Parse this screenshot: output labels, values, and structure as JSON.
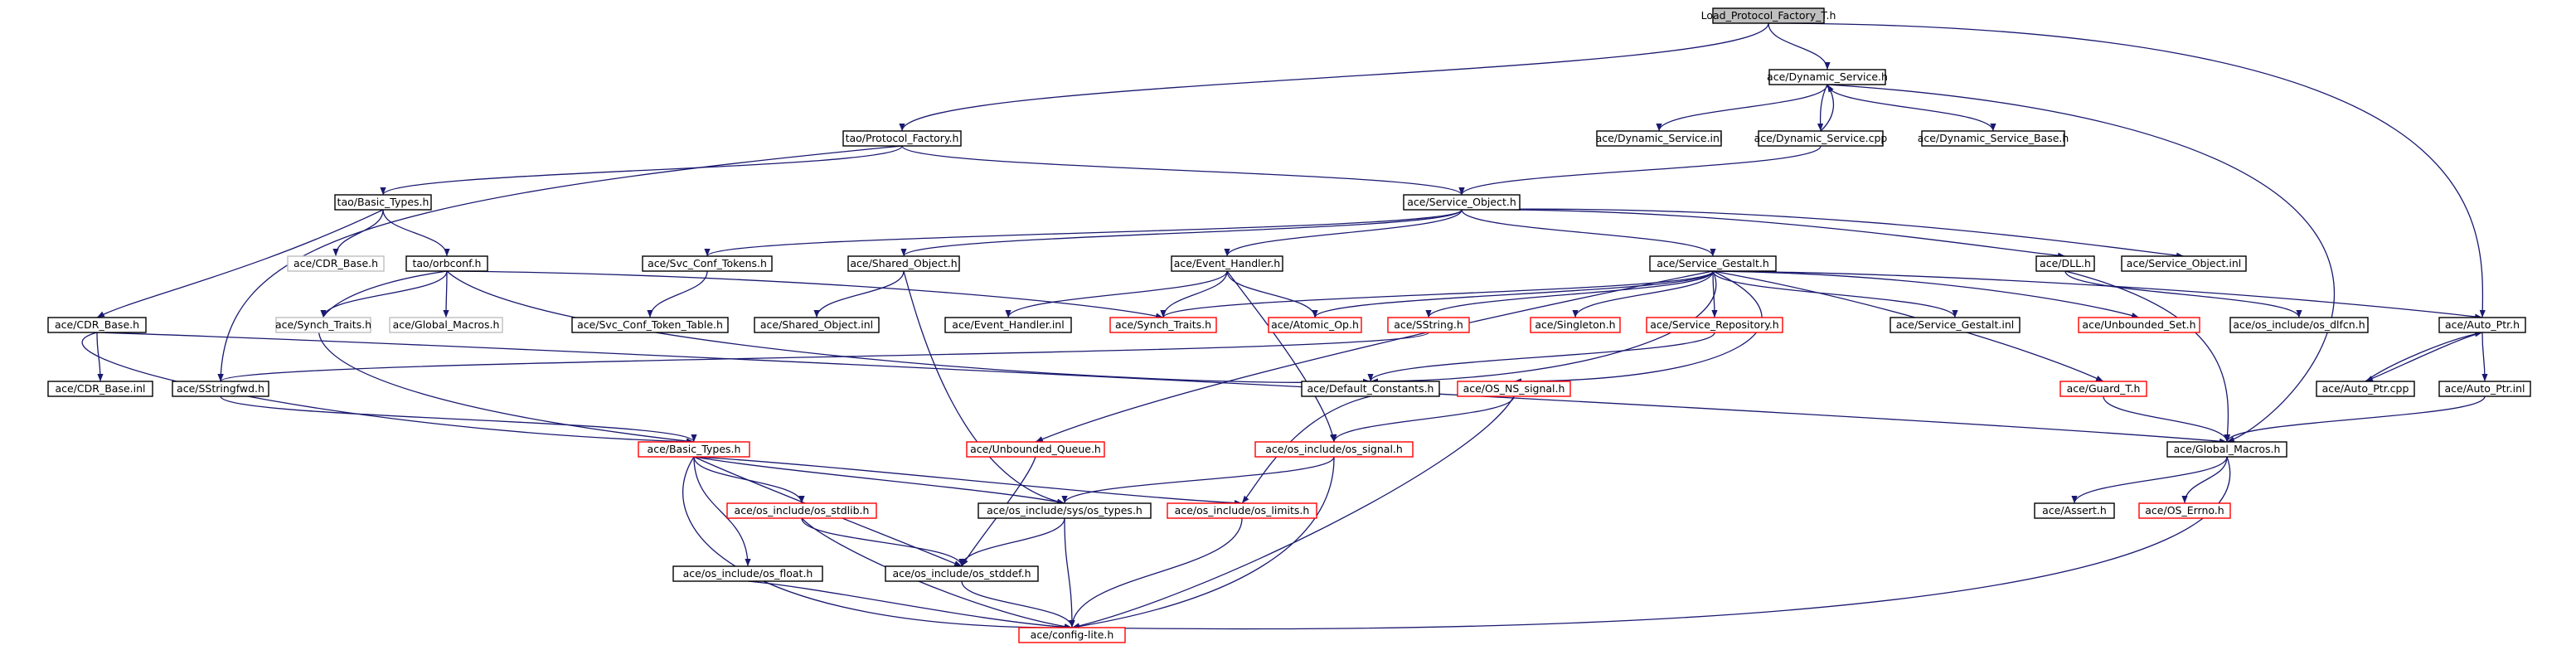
{
  "colors": {
    "edge": "#191970",
    "border_normal": "#000000",
    "border_truncated": "#ff0000",
    "border_undocumented": "#bfbfbf",
    "fill_root": "#bfbfbf",
    "fill_default": "#ffffff"
  },
  "nodes": [
    {
      "id": "load_protocol_factory_t_h",
      "label": "Load_Protocol_Factory_T.h",
      "style": "root"
    },
    {
      "id": "ace_dynamic_service_h",
      "label": "ace/Dynamic_Service.h",
      "style": "normal"
    },
    {
      "id": "tao_protocol_factory_h",
      "label": "tao/Protocol_Factory.h",
      "style": "normal"
    },
    {
      "id": "ace_dynamic_service_inl",
      "label": "ace/Dynamic_Service.inl",
      "style": "normal"
    },
    {
      "id": "ace_dynamic_service_cpp",
      "label": "ace/Dynamic_Service.cpp",
      "style": "normal"
    },
    {
      "id": "ace_dynamic_service_base_h",
      "label": "ace/Dynamic_Service_Base.h",
      "style": "normal"
    },
    {
      "id": "tao_basic_types_h",
      "label": "tao/Basic_Types.h",
      "style": "normal"
    },
    {
      "id": "ace_service_object_h",
      "label": "ace/Service_Object.h",
      "style": "normal"
    },
    {
      "id": "ace_cdr_base_h_grey",
      "label": "ace/CDR_Base.h",
      "style": "undocumented"
    },
    {
      "id": "tao_orbconf_h",
      "label": "tao/orbconf.h",
      "style": "normal"
    },
    {
      "id": "ace_svc_conf_tokens_h",
      "label": "ace/Svc_Conf_Tokens.h",
      "style": "normal"
    },
    {
      "id": "ace_shared_object_h",
      "label": "ace/Shared_Object.h",
      "style": "normal"
    },
    {
      "id": "ace_event_handler_h",
      "label": "ace/Event_Handler.h",
      "style": "normal"
    },
    {
      "id": "ace_service_gestalt_h",
      "label": "ace/Service_Gestalt.h",
      "style": "normal"
    },
    {
      "id": "ace_dll_h",
      "label": "ace/DLL.h",
      "style": "normal"
    },
    {
      "id": "ace_service_object_inl",
      "label": "ace/Service_Object.inl",
      "style": "normal"
    },
    {
      "id": "ace_cdr_base_h",
      "label": "ace/CDR_Base.h",
      "style": "normal"
    },
    {
      "id": "ace_synch_traits_h_grey",
      "label": "ace/Synch_Traits.h",
      "style": "undocumented"
    },
    {
      "id": "ace_global_macros_h_grey",
      "label": "ace/Global_Macros.h",
      "style": "undocumented"
    },
    {
      "id": "ace_svc_conf_token_table_h",
      "label": "ace/Svc_Conf_Token_Table.h",
      "style": "normal"
    },
    {
      "id": "ace_shared_object_inl",
      "label": "ace/Shared_Object.inl",
      "style": "normal"
    },
    {
      "id": "ace_event_handler_inl",
      "label": "ace/Event_Handler.inl",
      "style": "normal"
    },
    {
      "id": "ace_synch_traits_h",
      "label": "ace/Synch_Traits.h",
      "style": "truncated"
    },
    {
      "id": "ace_atomic_op_h",
      "label": "ace/Atomic_Op.h",
      "style": "truncated"
    },
    {
      "id": "ace_sstring_h",
      "label": "ace/SString.h",
      "style": "truncated"
    },
    {
      "id": "ace_singleton_h",
      "label": "ace/Singleton.h",
      "style": "truncated"
    },
    {
      "id": "ace_service_repository_h",
      "label": "ace/Service_Repository.h",
      "style": "truncated"
    },
    {
      "id": "ace_service_gestalt_inl",
      "label": "ace/Service_Gestalt.inl",
      "style": "normal"
    },
    {
      "id": "ace_unbounded_set_h",
      "label": "ace/Unbounded_Set.h",
      "style": "truncated"
    },
    {
      "id": "ace_os_include_os_dlfcn_h",
      "label": "ace/os_include/os_dlfcn.h",
      "style": "normal"
    },
    {
      "id": "ace_auto_ptr_h",
      "label": "ace/Auto_Ptr.h",
      "style": "normal"
    },
    {
      "id": "ace_cdr_base_inl",
      "label": "ace/CDR_Base.inl",
      "style": "normal"
    },
    {
      "id": "ace_sstringfwd_h",
      "label": "ace/SStringfwd.h",
      "style": "normal"
    },
    {
      "id": "ace_default_constants_h",
      "label": "ace/Default_Constants.h",
      "style": "normal"
    },
    {
      "id": "ace_os_ns_signal_h",
      "label": "ace/OS_NS_signal.h",
      "style": "truncated"
    },
    {
      "id": "ace_guard_t_h",
      "label": "ace/Guard_T.h",
      "style": "truncated"
    },
    {
      "id": "ace_auto_ptr_cpp",
      "label": "ace/Auto_Ptr.cpp",
      "style": "normal"
    },
    {
      "id": "ace_auto_ptr_inl",
      "label": "ace/Auto_Ptr.inl",
      "style": "normal"
    },
    {
      "id": "ace_basic_types_h",
      "label": "ace/Basic_Types.h",
      "style": "truncated"
    },
    {
      "id": "ace_unbounded_queue_h",
      "label": "ace/Unbounded_Queue.h",
      "style": "truncated"
    },
    {
      "id": "ace_os_include_os_signal_h",
      "label": "ace/os_include/os_signal.h",
      "style": "truncated"
    },
    {
      "id": "ace_global_macros_h",
      "label": "ace/Global_Macros.h",
      "style": "normal"
    },
    {
      "id": "ace_os_include_os_stdlib_h",
      "label": "ace/os_include/os_stdlib.h",
      "style": "truncated"
    },
    {
      "id": "ace_os_include_sys_os_types_h",
      "label": "ace/os_include/sys/os_types.h",
      "style": "normal"
    },
    {
      "id": "ace_os_include_os_limits_h",
      "label": "ace/os_include/os_limits.h",
      "style": "truncated"
    },
    {
      "id": "ace_assert_h",
      "label": "ace/Assert.h",
      "style": "normal"
    },
    {
      "id": "ace_os_errno_h",
      "label": "ace/OS_Errno.h",
      "style": "truncated"
    },
    {
      "id": "ace_os_include_os_float_h",
      "label": "ace/os_include/os_float.h",
      "style": "normal"
    },
    {
      "id": "ace_os_include_os_stddef_h",
      "label": "ace/os_include/os_stddef.h",
      "style": "normal"
    },
    {
      "id": "ace_config_lite_h",
      "label": "ace/config-lite.h",
      "style": "truncated"
    }
  ],
  "edges": [
    [
      "load_protocol_factory_t_h",
      "ace_dynamic_service_h"
    ],
    [
      "load_protocol_factory_t_h",
      "tao_protocol_factory_h"
    ],
    [
      "load_protocol_factory_t_h",
      "ace_auto_ptr_h"
    ],
    [
      "ace_dynamic_service_h",
      "ace_dynamic_service_inl"
    ],
    [
      "ace_dynamic_service_h",
      "ace_dynamic_service_cpp"
    ],
    [
      "ace_dynamic_service_h",
      "ace_dynamic_service_base_h"
    ],
    [
      "ace_dynamic_service_h",
      "ace_global_macros_h"
    ],
    [
      "ace_dynamic_service_cpp",
      "ace_dynamic_service_h"
    ],
    [
      "ace_dynamic_service_cpp",
      "ace_service_object_h"
    ],
    [
      "tao_protocol_factory_h",
      "tao_basic_types_h"
    ],
    [
      "tao_protocol_factory_h",
      "ace_service_object_h"
    ],
    [
      "tao_protocol_factory_h",
      "ace_sstringfwd_h"
    ],
    [
      "tao_basic_types_h",
      "ace_cdr_base_h_grey"
    ],
    [
      "tao_basic_types_h",
      "tao_orbconf_h"
    ],
    [
      "tao_basic_types_h",
      "ace_cdr_base_h"
    ],
    [
      "tao_orbconf_h",
      "ace_synch_traits_h_grey"
    ],
    [
      "tao_orbconf_h",
      "ace_global_macros_h_grey"
    ],
    [
      "tao_orbconf_h",
      "ace_synch_traits_h"
    ],
    [
      "tao_orbconf_h",
      "ace_basic_types_h"
    ],
    [
      "tao_orbconf_h",
      "ace_default_constants_h"
    ],
    [
      "ace_service_object_h",
      "ace_svc_conf_tokens_h"
    ],
    [
      "ace_service_object_h",
      "ace_shared_object_h"
    ],
    [
      "ace_service_object_h",
      "ace_event_handler_h"
    ],
    [
      "ace_service_object_h",
      "ace_service_gestalt_h"
    ],
    [
      "ace_service_object_h",
      "ace_dll_h"
    ],
    [
      "ace_service_object_h",
      "ace_service_object_inl"
    ],
    [
      "ace_svc_conf_tokens_h",
      "ace_svc_conf_token_table_h"
    ],
    [
      "ace_shared_object_h",
      "ace_shared_object_inl"
    ],
    [
      "ace_shared_object_h",
      "ace_os_include_sys_os_types_h"
    ],
    [
      "ace_event_handler_h",
      "ace_event_handler_inl"
    ],
    [
      "ace_event_handler_h",
      "ace_synch_traits_h"
    ],
    [
      "ace_event_handler_h",
      "ace_atomic_op_h"
    ],
    [
      "ace_event_handler_h",
      "ace_os_include_os_signal_h"
    ],
    [
      "ace_service_gestalt_h",
      "ace_synch_traits_h"
    ],
    [
      "ace_service_gestalt_h",
      "ace_atomic_op_h"
    ],
    [
      "ace_service_gestalt_h",
      "ace_sstring_h"
    ],
    [
      "ace_service_gestalt_h",
      "ace_singleton_h"
    ],
    [
      "ace_service_gestalt_h",
      "ace_service_repository_h"
    ],
    [
      "ace_service_gestalt_h",
      "ace_service_gestalt_inl"
    ],
    [
      "ace_service_gestalt_h",
      "ace_unbounded_set_h"
    ],
    [
      "ace_service_gestalt_h",
      "ace_auto_ptr_h"
    ],
    [
      "ace_service_gestalt_h",
      "ace_default_constants_h"
    ],
    [
      "ace_service_gestalt_h",
      "ace_os_ns_signal_h"
    ],
    [
      "ace_service_gestalt_h",
      "ace_guard_t_h"
    ],
    [
      "ace_service_gestalt_h",
      "ace_unbounded_queue_h"
    ],
    [
      "ace_dll_h",
      "ace_os_include_os_dlfcn_h"
    ],
    [
      "ace_dll_h",
      "ace_global_macros_h"
    ],
    [
      "ace_cdr_base_h",
      "ace_cdr_base_inl"
    ],
    [
      "ace_cdr_base_h",
      "ace_basic_types_h"
    ],
    [
      "ace_cdr_base_h",
      "ace_global_macros_h"
    ],
    [
      "ace_sstring_h",
      "ace_sstringfwd_h"
    ],
    [
      "ace_service_repository_h",
      "ace_default_constants_h"
    ],
    [
      "ace_sstringfwd_h",
      "ace_basic_types_h"
    ],
    [
      "ace_auto_ptr_h",
      "ace_auto_ptr_cpp"
    ],
    [
      "ace_auto_ptr_h",
      "ace_auto_ptr_inl"
    ],
    [
      "ace_auto_ptr_cpp",
      "ace_auto_ptr_h"
    ],
    [
      "ace_auto_ptr_inl",
      "ace_global_macros_h"
    ],
    [
      "ace_guard_t_h",
      "ace_global_macros_h"
    ],
    [
      "ace_default_constants_h",
      "ace_os_include_os_limits_h"
    ],
    [
      "ace_os_ns_signal_h",
      "ace_os_include_os_signal_h"
    ],
    [
      "ace_os_ns_signal_h",
      "ace_config_lite_h"
    ],
    [
      "ace_basic_types_h",
      "ace_os_include_os_stdlib_h"
    ],
    [
      "ace_basic_types_h",
      "ace_os_include_sys_os_types_h"
    ],
    [
      "ace_basic_types_h",
      "ace_os_include_os_limits_h"
    ],
    [
      "ace_basic_types_h",
      "ace_os_include_os_float_h"
    ],
    [
      "ace_basic_types_h",
      "ace_os_include_os_stddef_h"
    ],
    [
      "ace_basic_types_h",
      "ace_config_lite_h"
    ],
    [
      "ace_unbounded_queue_h",
      "ace_os_include_os_stddef_h"
    ],
    [
      "ace_os_include_os_signal_h",
      "ace_os_include_sys_os_types_h"
    ],
    [
      "ace_os_include_os_signal_h",
      "ace_config_lite_h"
    ],
    [
      "ace_global_macros_h",
      "ace_assert_h"
    ],
    [
      "ace_global_macros_h",
      "ace_os_errno_h"
    ],
    [
      "ace_global_macros_h",
      "ace_config_lite_h"
    ],
    [
      "ace_os_include_os_stdlib_h",
      "ace_os_include_os_stddef_h"
    ],
    [
      "ace_os_include_os_stdlib_h",
      "ace_config_lite_h"
    ],
    [
      "ace_os_include_sys_os_types_h",
      "ace_os_include_os_stddef_h"
    ],
    [
      "ace_os_include_sys_os_types_h",
      "ace_config_lite_h"
    ],
    [
      "ace_os_include_os_limits_h",
      "ace_config_lite_h"
    ],
    [
      "ace_os_include_os_float_h",
      "ace_config_lite_h"
    ],
    [
      "ace_os_include_os_stddef_h",
      "ace_config_lite_h"
    ]
  ]
}
